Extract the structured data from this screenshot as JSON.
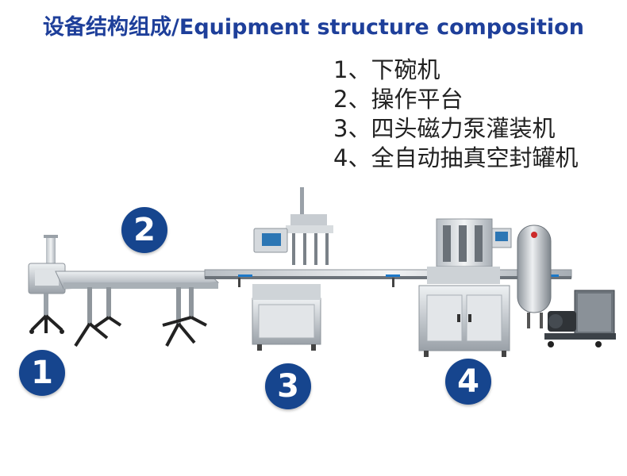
{
  "title": "设备结构组成/Equipment structure composition",
  "components": [
    {
      "label": "1、下碗机"
    },
    {
      "label": "2、操作平台"
    },
    {
      "label": "3、四头磁力泵灌装机"
    },
    {
      "label": "4、全自动抽真空封罐机"
    }
  ],
  "badges": [
    "1",
    "2",
    "3",
    "4"
  ],
  "colors": {
    "title": "#1e3f9a",
    "badge": "#16458e",
    "text": "#222222",
    "steel": "#c9ced3",
    "belt_accent": "#1c78c8"
  }
}
